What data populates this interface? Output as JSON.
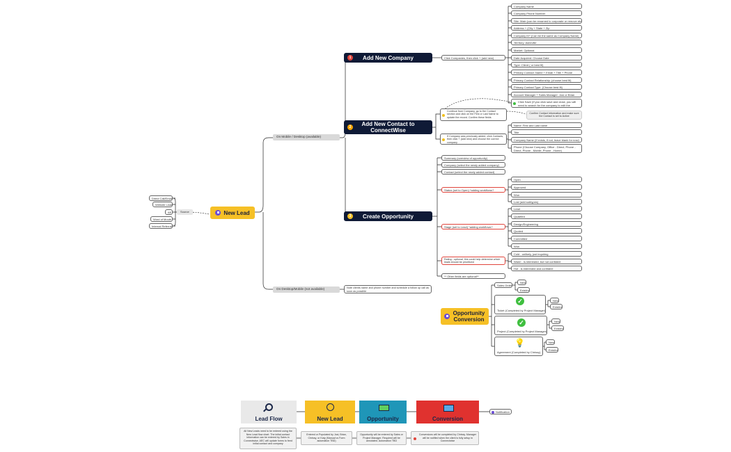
{
  "colors": {
    "dark": "#0f1a36",
    "yellow": "#f6c026",
    "red": "#e0453c",
    "orange": "#f4a300",
    "teal": "#1f96b8",
    "grey_card": "#e9e9e9",
    "purple": "#6a4bd6"
  },
  "sources": {
    "label": "Source",
    "items": [
      "Direct Call/Email",
      "Website Lead",
      "AE",
      "Word of Mouth",
      "Internal Referral"
    ]
  },
  "root": {
    "label": "New Lead",
    "icon": "flag-icon"
  },
  "branches": {
    "mobile_desktop": "On Mobile / Desktop (available)",
    "desktop_mobile": "On Desktop/Mobile (not available)"
  },
  "not_available_note": "Note clients name and phone number and schedule a follow up call as soon as possible",
  "add_company": {
    "title": "Add New Company",
    "num": "1",
    "action": "Click Companies, then click + (add new)",
    "fields": [
      "Company Name",
      "Company Phone Number",
      "Site: Main (can be renamed to corporate or remove etc)",
      "Address + (City + State + Zip",
      "Company ID* (Can be the same as Company Name)",
      "Territory: Asheville",
      "Market: Optional",
      "Date Acquired: Choose Date",
      "Type: Client ( or best fit)",
      "Primary Contact: Name + Email + Title + Phone",
      "Primary Contact Relationship: (choose best fit)",
      "Primary Contact Type: (Choose best fit)",
      "Account Manager + Sales Manager: Josi or Brian",
      "Click Save (If you click save and close, you will need to search for the company to edit the contact)"
    ]
  },
  "add_contact": {
    "title": "Add New Contact to ConnectWise",
    "num": "2",
    "from_company": "Continue from Company, go to the Contact section and click on the First or Last Name to update the record. Confirm these fields",
    "confirm": "Confirm Contact information and make sure the Contact is set to Active",
    "previously": "If Company was previously added, click Contacts, then click + (add new) and choose the correct company",
    "fields": [
      "Name: First and Last name",
      "Title",
      "Company Name (If exists, if not, leave blank for now)",
      "Phone (Choose Company, Office - Direct, Phone - Direct, Phone - Mobile, Phone - Home)"
    ]
  },
  "opportunity": {
    "title": "Create Opportunity",
    "num": "3",
    "fields": [
      "Summary (overview of opportunity)",
      "Company (select the newly added company)",
      "Contact (select the newly added contact)"
    ],
    "status_label": "Status (set to Open) *adding workflows?",
    "status": [
      "Open",
      "Approved",
      "Won",
      "Lost (add subtypes)"
    ],
    "stage_label": "Stage (set to Lead) *adding workflows?",
    "stage": [
      "Lead",
      "Qualified",
      "Design/Engineering",
      "Quoted",
      "Committed",
      "Won"
    ],
    "rating_label": "Rating - optional, this could help determine which leads should be prioritized",
    "rating": [
      "Cold - unlikely, just inquiring",
      "Warm - is interested, but not confident",
      "Hot - is interested and confident"
    ],
    "other": "** Other fields are optional**"
  },
  "conversion": {
    "title": "Opportunity Conversion",
    "icon": "flag-icon",
    "sales_order": "Sales Order",
    "sales_order_items": [
      "New",
      "Existing"
    ],
    "ticket": "Ticket (Completed by Project Manager)",
    "project": "Project (Completed by Project Manager)",
    "agreement": "Agreement (Completed by Chrissy)",
    "new": "New",
    "existing": "Existing"
  },
  "legend": {
    "cards": [
      {
        "title": "Lead Flow",
        "icon": "magnifier-icon",
        "note": "All New Leads need to be entered using the New Lead flow chart. The initial contact information can be entered by Sales in Connectwise. AEC will update forms to feed initial contact and company"
      },
      {
        "title": "New Lead",
        "icon": "compass-icon",
        "note": "Entered or Populated by Josi, Brian, Chrissy, or Katy (Manual vs Form automation TBD)"
      },
      {
        "title": "Opportunity",
        "icon": "money-icon",
        "note": "Opportunity will be entered by Sales or Project Manager. Required will be annotated. Automation TBD"
      },
      {
        "title": "Conversion",
        "icon": "envelope-icon",
        "note": "Conversions will be completed by Chrissy. Manager will be notified when the client is fully setup in Connectwise"
      }
    ],
    "notification": "Notification"
  }
}
